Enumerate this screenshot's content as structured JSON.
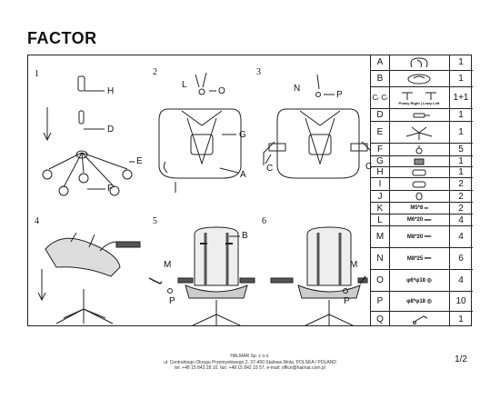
{
  "title": "FACTOR",
  "steps": {
    "n1": "1",
    "n2": "2",
    "n3": "3",
    "n4": "4",
    "n5": "5",
    "n6": "6"
  },
  "callouts": {
    "s1_H": "H",
    "s1_D": "D",
    "s1_E": "E",
    "s1_F": "F",
    "s2_L": "L",
    "s2_O": "O",
    "s2_G": "G",
    "s2_A": "A",
    "s3_N": "N",
    "s3_P": "P",
    "s3_C1": "C",
    "s3_C2": "C",
    "s5_B": "B",
    "s5_M": "M",
    "s5_P": "P",
    "s6_M": "M",
    "s6_P": "P"
  },
  "parts": [
    {
      "letter": "A",
      "qty": "1",
      "img_text": "",
      "icon": "backrest-icon"
    },
    {
      "letter": "B",
      "qty": "1",
      "img_text": "",
      "icon": "seat-icon"
    },
    {
      "letter": "Cᵣ Cₗ",
      "qty": "1+1",
      "img_text": "Prawy Right | Lewy Left",
      "icon": "armrest-icon"
    },
    {
      "letter": "D",
      "qty": "1",
      "img_text": "",
      "icon": "gas-lift-icon"
    },
    {
      "letter": "E",
      "qty": "1",
      "img_text": "",
      "icon": "star-base-icon"
    },
    {
      "letter": "F",
      "qty": "5",
      "img_text": "",
      "icon": "caster-icon"
    },
    {
      "letter": "G",
      "qty": "1",
      "img_text": "",
      "icon": "mechanism-icon"
    },
    {
      "letter": "H",
      "qty": "1",
      "img_text": "",
      "icon": "cover-icon"
    },
    {
      "letter": "I",
      "qty": "2",
      "img_text": "",
      "icon": "pillow-icon"
    },
    {
      "letter": "J",
      "qty": "2",
      "img_text": "",
      "icon": "cap-icon"
    },
    {
      "letter": "K",
      "qty": "2",
      "img_text": "M5*8",
      "icon": "screw-icon"
    },
    {
      "letter": "L",
      "qty": "4",
      "img_text": "M6*20",
      "icon": "screw-icon"
    },
    {
      "letter": "M",
      "qty": "4",
      "img_text": "M8*20",
      "icon": "screw-icon"
    },
    {
      "letter": "N",
      "qty": "6",
      "img_text": "M8*25",
      "icon": "screw-icon"
    },
    {
      "letter": "O",
      "qty": "4",
      "img_text": "φ6*φ18",
      "icon": "washer-icon"
    },
    {
      "letter": "P",
      "qty": "10",
      "img_text": "φ8*φ18",
      "icon": "washer-icon"
    },
    {
      "letter": "Q",
      "qty": "1",
      "img_text": "",
      "icon": "allen-key-icon"
    }
  ],
  "footer": {
    "line1": "HALMAR Sp. z o.o.",
    "line2": "ul. Centralnego Okręgu Przemysłowego 2, 37-450 Stalowa Wola, POLSKA / POLAND",
    "line3": "tel. +48 15 843 28 10, fax: +48 15 842 19 57, e-mail: office@halmar.com.pl"
  },
  "page_number": "1/2"
}
